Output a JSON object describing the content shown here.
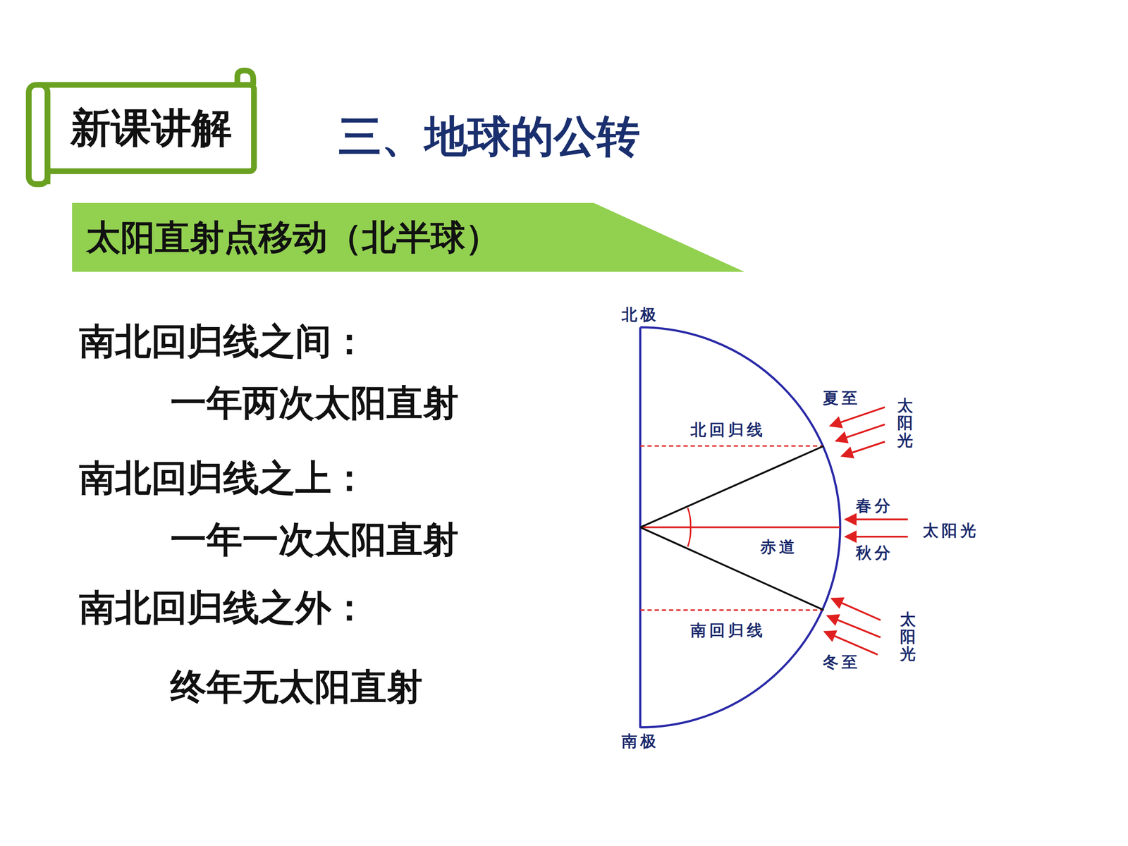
{
  "diagram": {
    "title": "三、地球的公转",
    "nodes": [
      {
        "text": [
          "新课讲解"
        ]
      },
      {
        "text": [
          "太阳直射点移动（北半球）"
        ]
      }
    ],
    "labels": [
      "南北回归线之间：",
      "一年两次太阳直射",
      "南北回归线之上：",
      "一年一次太阳直射",
      "南北回归线之外：",
      "终年无太阳直射",
      "北极",
      "夏至",
      "太阳光",
      "北回归线",
      "春分",
      "太阳光",
      "秋分",
      "赤道",
      "南回归线",
      "太阳光",
      "冬至",
      "南极"
    ]
  }
}
